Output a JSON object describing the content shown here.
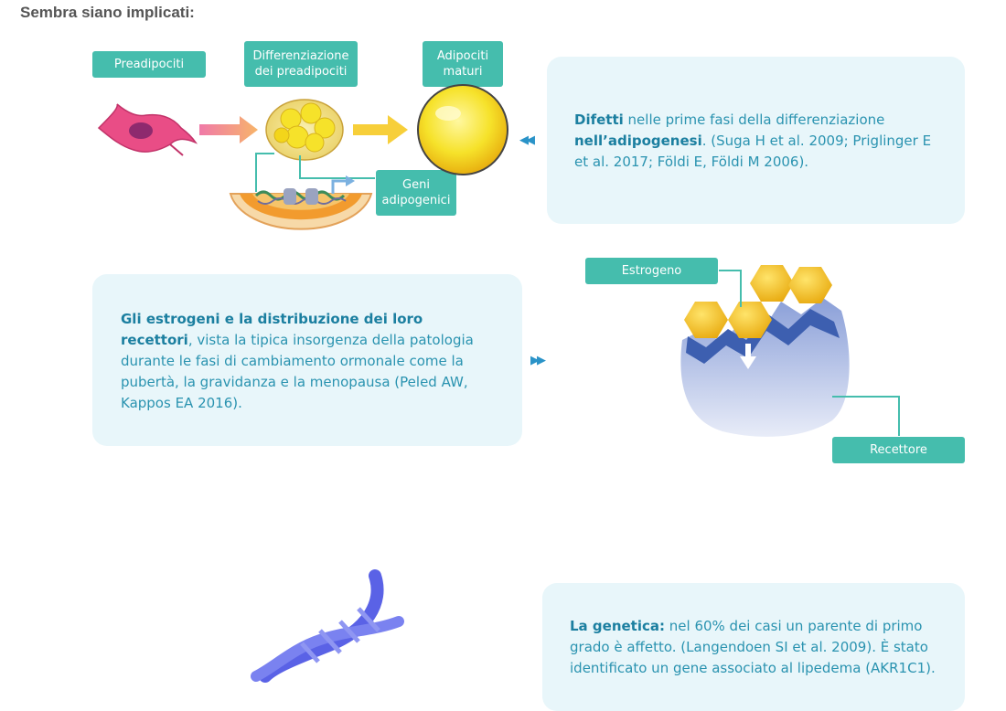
{
  "heading": "Sembra siano implicati:",
  "diagram1": {
    "tag_preadipociti": "Preadipociti",
    "tag_diff_line1": "Differenziazione",
    "tag_diff_line2": "dei preadipociti",
    "tag_adipo_line1": "Adipociti",
    "tag_adipo_line2": "maturi",
    "tag_geni_line1": "Geni",
    "tag_geni_line2": "adipogenici",
    "panel_bold": "Difetti",
    "panel_text1": " nelle prime fasi della differenziazione ",
    "panel_bold2": "nell’adipogenesi",
    "panel_text2": ". (Suga H et al. 2009; Priglinger E et al. 2017; Földi E, Földi M 2006)."
  },
  "diagram2": {
    "tag_estrogeno": "Estrogeno",
    "tag_recettore": "Recettore",
    "panel_bold": "Gli estrogeni e la distribuzione dei loro recettori",
    "panel_text": ", vista la tipica insorgenza della patologia durante le fasi di cambiamento ormonale come la pubertà, la gravidanza e la menopausa (Peled AW, Kappos EA 2016)."
  },
  "diagram3": {
    "panel_bold": "La genetica:",
    "panel_text": " nel 60% dei casi un parente di primo grado è affetto. (Langendoen SI et al. 2009). È stato identificato un gene associato al lipedema (AKR1C1)."
  },
  "icons": {
    "arrow_left": "◀◀",
    "arrow_right": "▶▶"
  },
  "colors": {
    "tag": "#45bdad",
    "panel_bg": "#e8f6fa",
    "panel_text": "#2a93b0",
    "arrow": "#2a93c8"
  }
}
